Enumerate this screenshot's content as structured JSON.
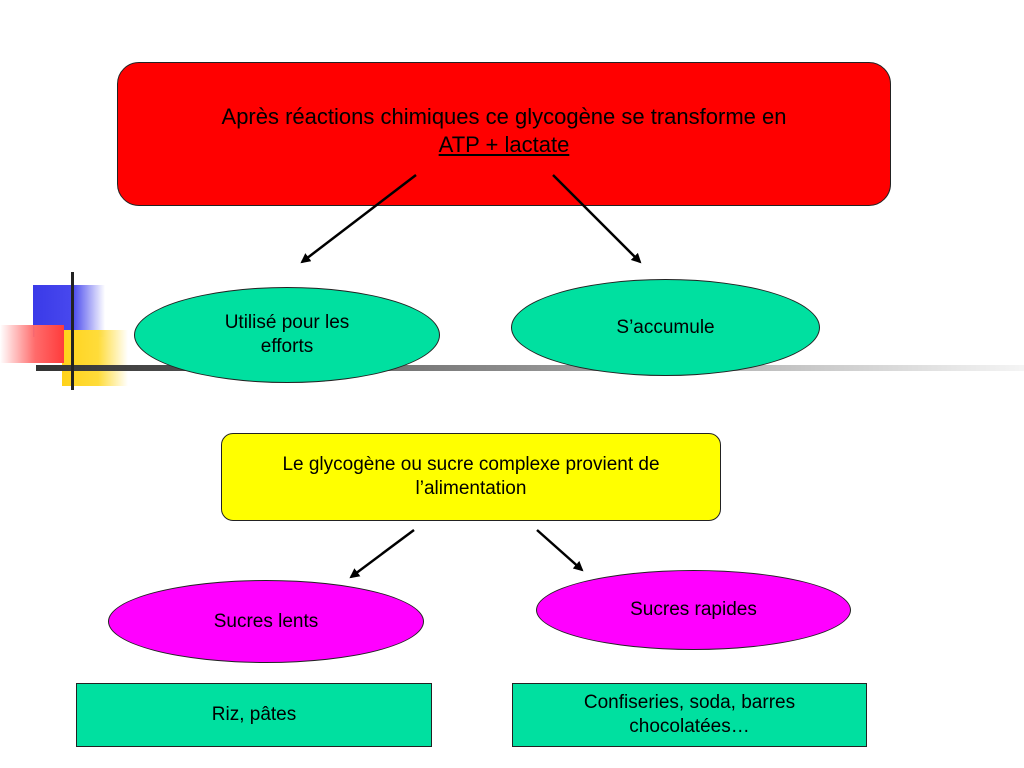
{
  "top_box": {
    "line1": "Après réactions chimiques ce glycogène se transforme en",
    "line2": "ATP + lactate"
  },
  "left_oval": "Utilisé pour les efforts",
  "right_oval": "S’accumule",
  "middle_box": "Le glycogène ou sucre complexe provient de l’alimentation",
  "slow_sugars": "Sucres lents",
  "fast_sugars": "Sucres rapides",
  "slow_examples": "Riz, pâtes",
  "fast_examples": "Confiseries, soda, barres chocolatées…",
  "colors": {
    "top_box": "#ff0000",
    "green": "#00e0a0",
    "yellow": "#ffff00",
    "magenta": "#ff00ff"
  }
}
